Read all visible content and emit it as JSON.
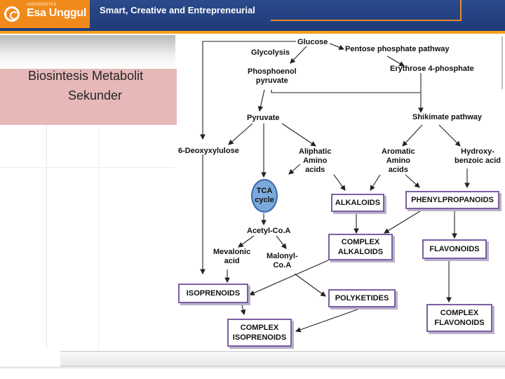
{
  "header": {
    "logo_small": "UNIVERSITAS",
    "logo_text": "Esa Unggul",
    "tagline": "Smart, Creative and Entrepreneurial"
  },
  "slide": {
    "title_line1": "Biosintesis Metabolit",
    "title_line2": "Sekunder"
  },
  "diagram": {
    "glucose": "Glucose",
    "glycolysis": "Glycolysis",
    "pentose": "Pentose phosphate pathway",
    "phosphoenol_1": "Phosphoenol",
    "phosphoenol_2": "pyruvate",
    "erythrose": "Erythrose 4-phosphate",
    "pyruvate": "Pyruvate",
    "shikimate": "Shikimate pathway",
    "deoxyxylulose": "6-Deoxyxylulose",
    "aliphatic_1": "Aliphatic",
    "aliphatic_2": "Amino",
    "aliphatic_3": "acids",
    "aromatic_1": "Aromatic",
    "aromatic_2": "Amino",
    "aromatic_3": "acids",
    "hydroxy_1": "Hydroxy-",
    "hydroxy_2": "benzoic acid",
    "tca_1": "TCA",
    "tca_2": "cycle",
    "alkaloids": "ALKALOIDS",
    "phenylpropanoids": "PHENYLPROPANOIDS",
    "acetyl": "Acetyl-Co.A",
    "complex_alk_1": "COMPLEX",
    "complex_alk_2": "ALKALOIDS",
    "flavonoids": "FLAVONOIDS",
    "mevalonic_1": "Mevalonic",
    "mevalonic_2": "acid",
    "malonyl_1": "Malonyl-",
    "malonyl_2": "Co.A",
    "isoprenoids": "ISOPRENOIDS",
    "polyketides": "POLYKETIDES",
    "complex_flav_1": "COMPLEX",
    "complex_flav_2": "FLAVONOIDS",
    "complex_iso_1": "COMPLEX",
    "complex_iso_2": "ISOPRENOIDS"
  },
  "colors": {
    "header_blue": "#1f3b78",
    "logo_orange": "#f08a1b",
    "title_box_pink": "#e7b8b8",
    "box_border": "#7b5ea4",
    "tca_fill": "#7ba9dd"
  }
}
